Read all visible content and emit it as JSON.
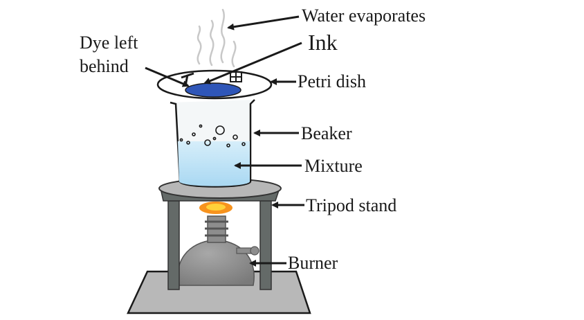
{
  "labels": {
    "water_evaporates": "Water evaporates",
    "ink": "Ink",
    "dye_left_line1": "Dye left",
    "dye_left_line2": "behind",
    "petri_dish": "Petri dish",
    "beaker": "Beaker",
    "mixture": "Mixture",
    "tripod_stand": "Tripod stand",
    "burner": "Burner"
  },
  "colors": {
    "ink": "#2f56b8",
    "mixture": "#bfe3f5",
    "flame": "#f7931e",
    "stand": "#646a68",
    "base": "#b8b8b8",
    "burner": "#8d8d8d"
  }
}
